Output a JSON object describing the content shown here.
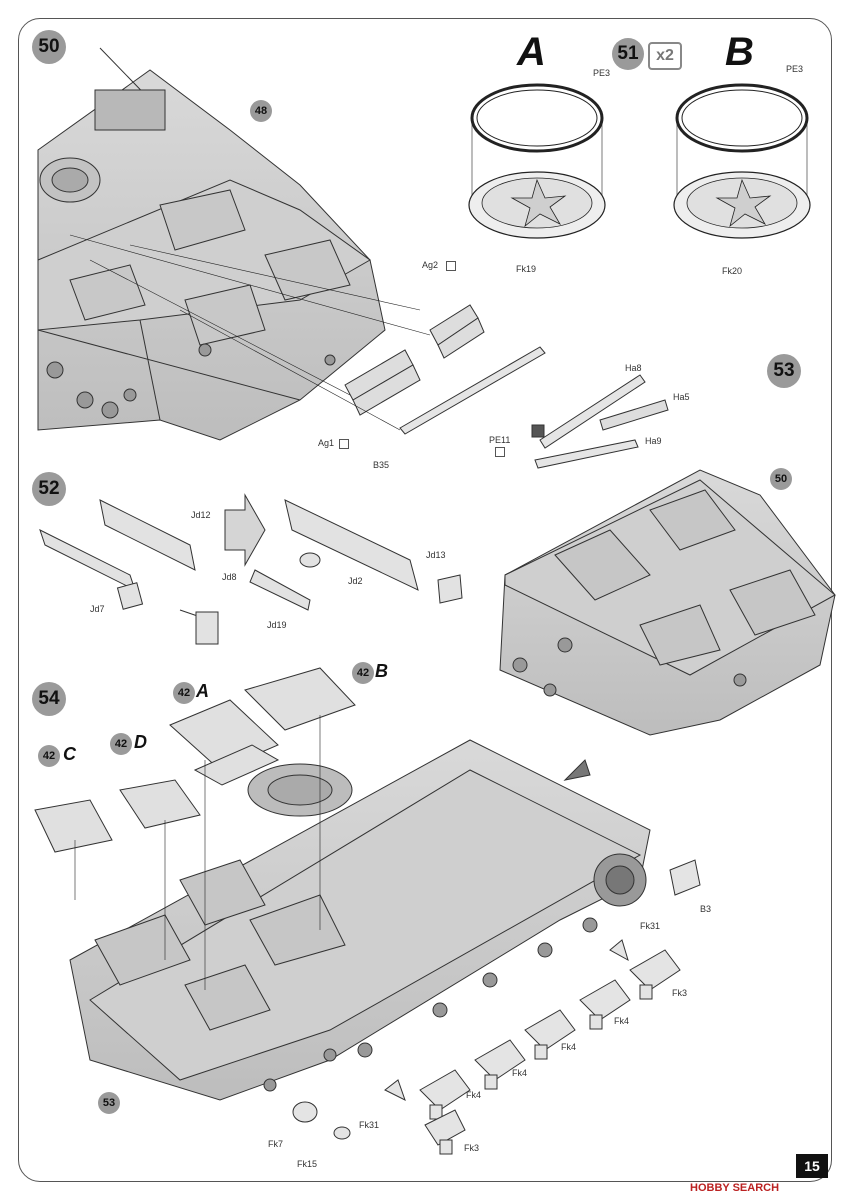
{
  "page_number": "15",
  "watermark": "HOBBY SEARCH",
  "steps": {
    "s50": "50",
    "s51": "51",
    "s52": "52",
    "s53": "53",
    "s54": "54"
  },
  "step51": {
    "multiplier": "x2",
    "variant_a": "A",
    "variant_b": "B"
  },
  "refs": {
    "r48": "48",
    "r50": "50",
    "r53": "53",
    "r42a": "42",
    "r42b": "42",
    "r42c": "42",
    "r42d": "42"
  },
  "variants54": {
    "a": "A",
    "b": "B",
    "c": "C",
    "d": "D"
  },
  "parts": {
    "ag2": "Ag2",
    "ag1": "Ag1",
    "b35": "B35",
    "pe3_a": "PE3",
    "pe3_b": "PE3",
    "fk19": "Fk19",
    "fk20": "Fk20",
    "ha8": "Ha8",
    "ha5": "Ha5",
    "ha9": "Ha9",
    "pe11": "PE11",
    "jd12": "Jd12",
    "jd7": "Jd7",
    "jd8": "Jd8",
    "jd19": "Jd19",
    "jd2": "Jd2",
    "jd13": "Jd13",
    "b3": "B3",
    "fk31_a": "Fk31",
    "fk31_b": "Fk31",
    "fk3_a": "Fk3",
    "fk3_b": "Fk3",
    "fk4_a": "Fk4",
    "fk4_b": "Fk4",
    "fk4_c": "Fk4",
    "fk4_d": "Fk4",
    "fk7": "Fk7",
    "fk15": "Fk15"
  },
  "icons": [
    "photo-etch-icon",
    "arrow-right-icon"
  ]
}
